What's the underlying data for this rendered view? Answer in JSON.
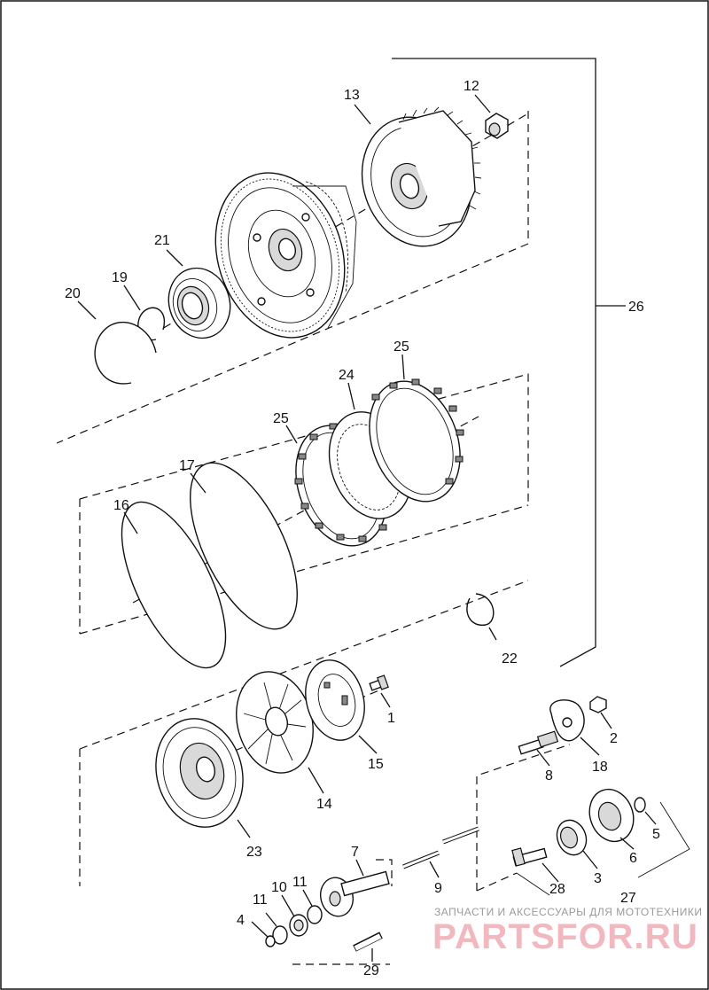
{
  "callouts": [
    {
      "id": "c1",
      "text": "1"
    },
    {
      "id": "c2",
      "text": "2"
    },
    {
      "id": "c3",
      "text": "3"
    },
    {
      "id": "c4",
      "text": "4"
    },
    {
      "id": "c5",
      "text": "5"
    },
    {
      "id": "c6",
      "text": "6"
    },
    {
      "id": "c7",
      "text": "7"
    },
    {
      "id": "c8",
      "text": "8"
    },
    {
      "id": "c9",
      "text": "9"
    },
    {
      "id": "c10",
      "text": "10"
    },
    {
      "id": "c11a",
      "text": "11"
    },
    {
      "id": "c11b",
      "text": "11"
    },
    {
      "id": "c12",
      "text": "12"
    },
    {
      "id": "c13",
      "text": "13"
    },
    {
      "id": "c14",
      "text": "14"
    },
    {
      "id": "c15",
      "text": "15"
    },
    {
      "id": "c16",
      "text": "16"
    },
    {
      "id": "c17",
      "text": "17"
    },
    {
      "id": "c18",
      "text": "18"
    },
    {
      "id": "c19",
      "text": "19"
    },
    {
      "id": "c20",
      "text": "20"
    },
    {
      "id": "c21",
      "text": "21"
    },
    {
      "id": "c22",
      "text": "22"
    },
    {
      "id": "c23",
      "text": "23"
    },
    {
      "id": "c24",
      "text": "24"
    },
    {
      "id": "c25a",
      "text": "25"
    },
    {
      "id": "c25b",
      "text": "25"
    },
    {
      "id": "c26",
      "text": "26"
    },
    {
      "id": "c27",
      "text": "27"
    },
    {
      "id": "c28",
      "text": "28"
    },
    {
      "id": "c29",
      "text": "29"
    }
  ],
  "watermark": {
    "tagline": "ЗАПЧАСТИ И АКСЕССУАРЫ ДЛЯ МОТОТЕХНИКИ",
    "brand": "PARTSFOR.RU"
  }
}
